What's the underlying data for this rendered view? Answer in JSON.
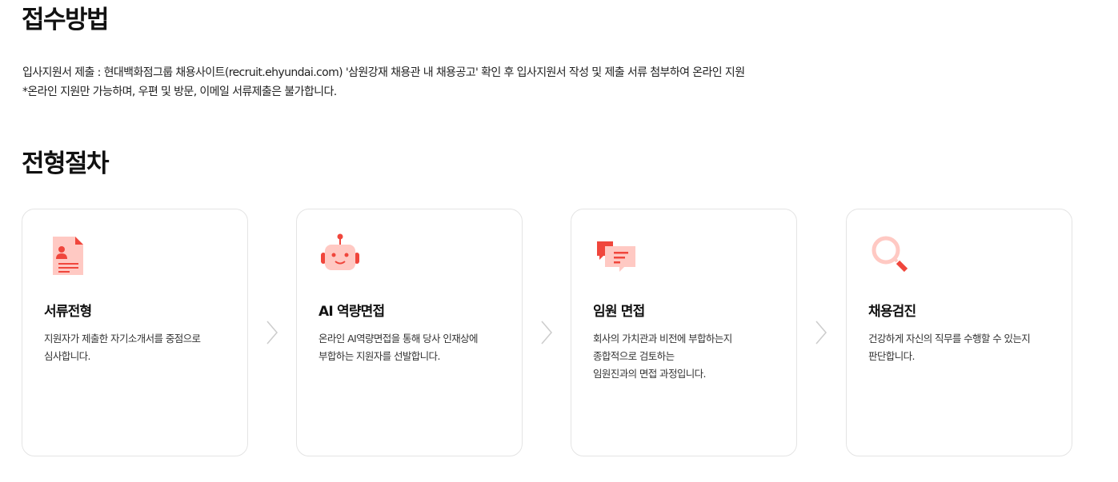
{
  "method": {
    "title": "접수방법",
    "lines": [
      "입사지원서 제출 : 현대백화점그룹 채용사이트(recruit.ehyundai.com) '삼원강재 채용관 내 채용공고' 확인 후 입사지원서 작성 및 제출 서류 첨부하여 온라인 지원",
      "*온라인 지원만 가능하며, 우편 및 방문, 이메일 서류제출은 불가합니다."
    ]
  },
  "process": {
    "title": "전형절차",
    "steps": [
      {
        "icon": "document-profile-icon",
        "title": "서류전형",
        "desc": [
          "지원자가 제출한 자기소개서를 중점으로",
          "심사합니다."
        ]
      },
      {
        "icon": "robot-icon",
        "title": "AI 역량면접",
        "desc": [
          "온라인 AI역량면접을 통해 당사 인재상에",
          "부합하는 지원자를 선발합니다."
        ]
      },
      {
        "icon": "chat-bubbles-icon",
        "title": "임원 면접",
        "desc": [
          "회사의 가치관과 비전에 부합하는지",
          "종합적으로 검토하는",
          "임원진과의 면접 과정입니다."
        ]
      },
      {
        "icon": "magnifier-icon",
        "title": "채용검진",
        "desc": [
          "건강하게 자신의 직무를 수행할 수 있는지",
          "판단합니다."
        ]
      }
    ]
  },
  "colors": {
    "accent": "#f0463c",
    "accent_light": "#ffc9c3",
    "card_border": "#e4e4e4",
    "arrow": "#cccccc"
  }
}
